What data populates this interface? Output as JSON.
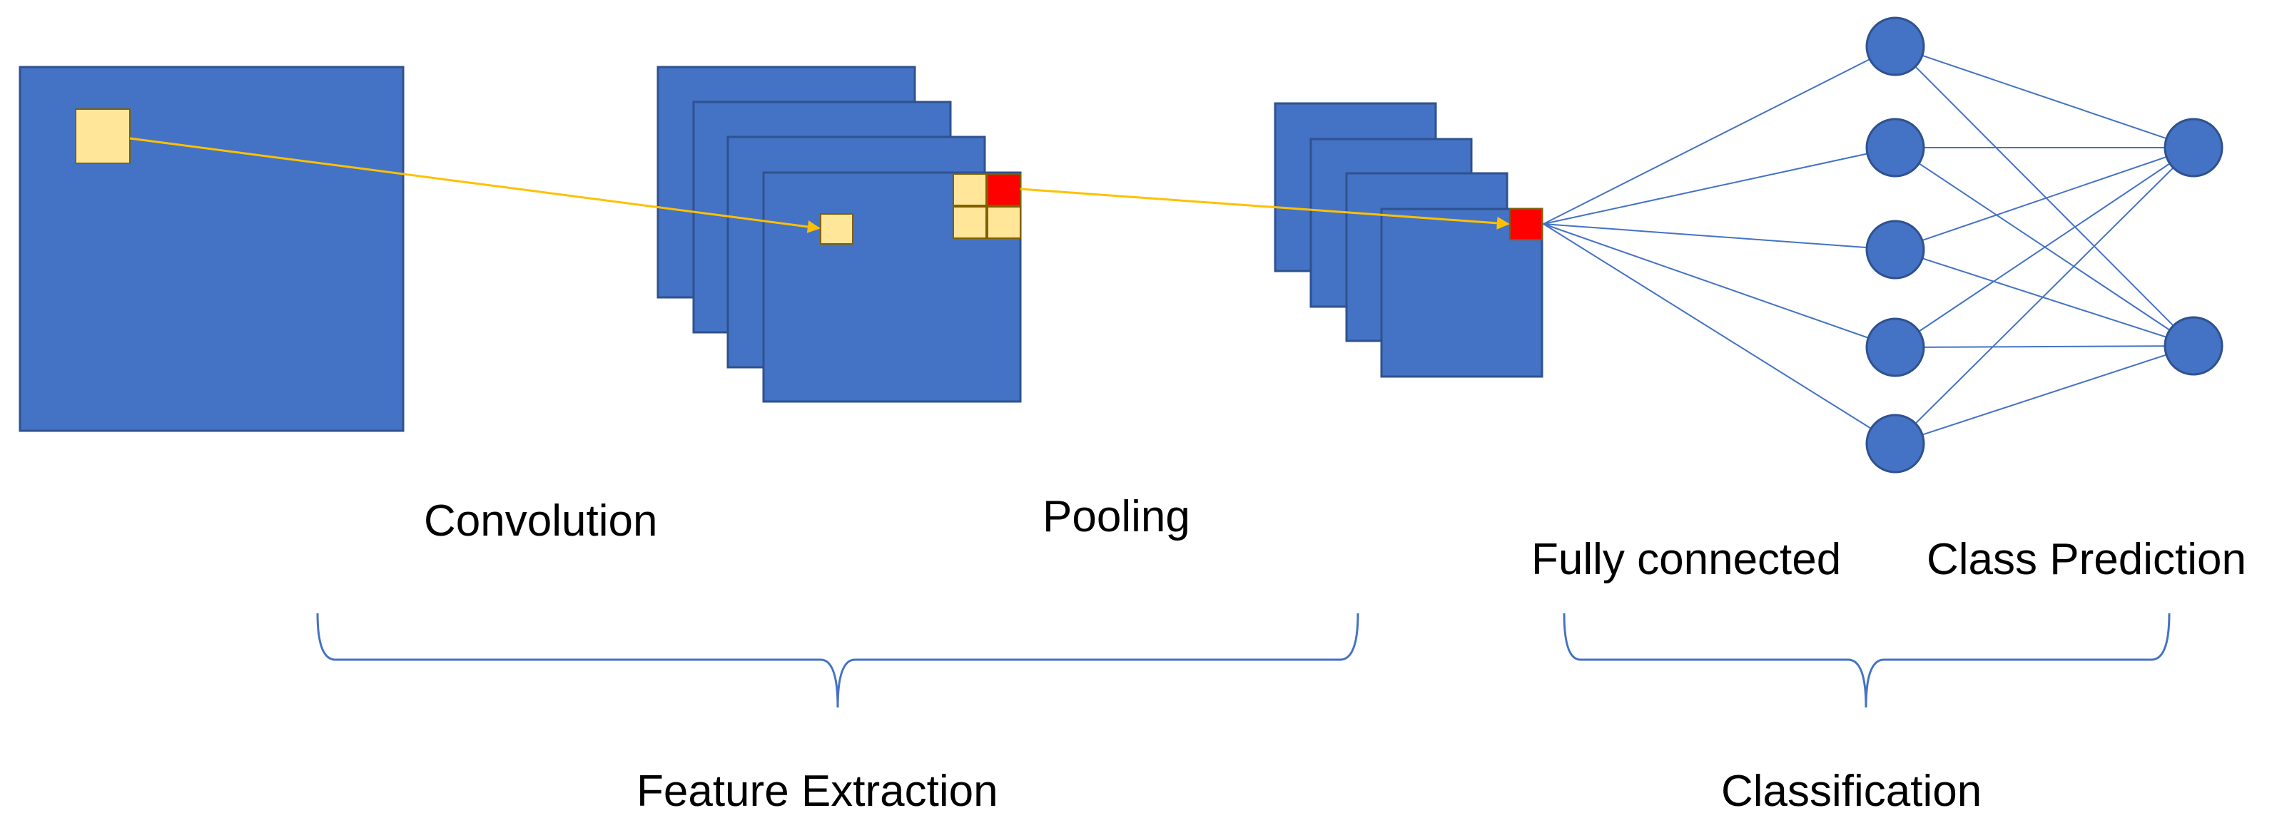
{
  "labels": {
    "convolution": "Convolution",
    "pooling": "Pooling",
    "fully_connected": "Fully connected",
    "class_prediction": "Class Prediction",
    "feature_extraction": "Feature Extraction",
    "classification": "Classification"
  },
  "colors": {
    "map_fill": "#4472C4",
    "map_stroke": "#2F528F",
    "kernel_fill": "#FFE699",
    "kernel_stroke": "#7F6000",
    "pooled_fill": "#FF0000",
    "arrow": "#FFC000",
    "connection": "#4472C4",
    "brace": "#4472C4"
  },
  "network": {
    "hidden_nodes": 5,
    "output_nodes": 2
  }
}
